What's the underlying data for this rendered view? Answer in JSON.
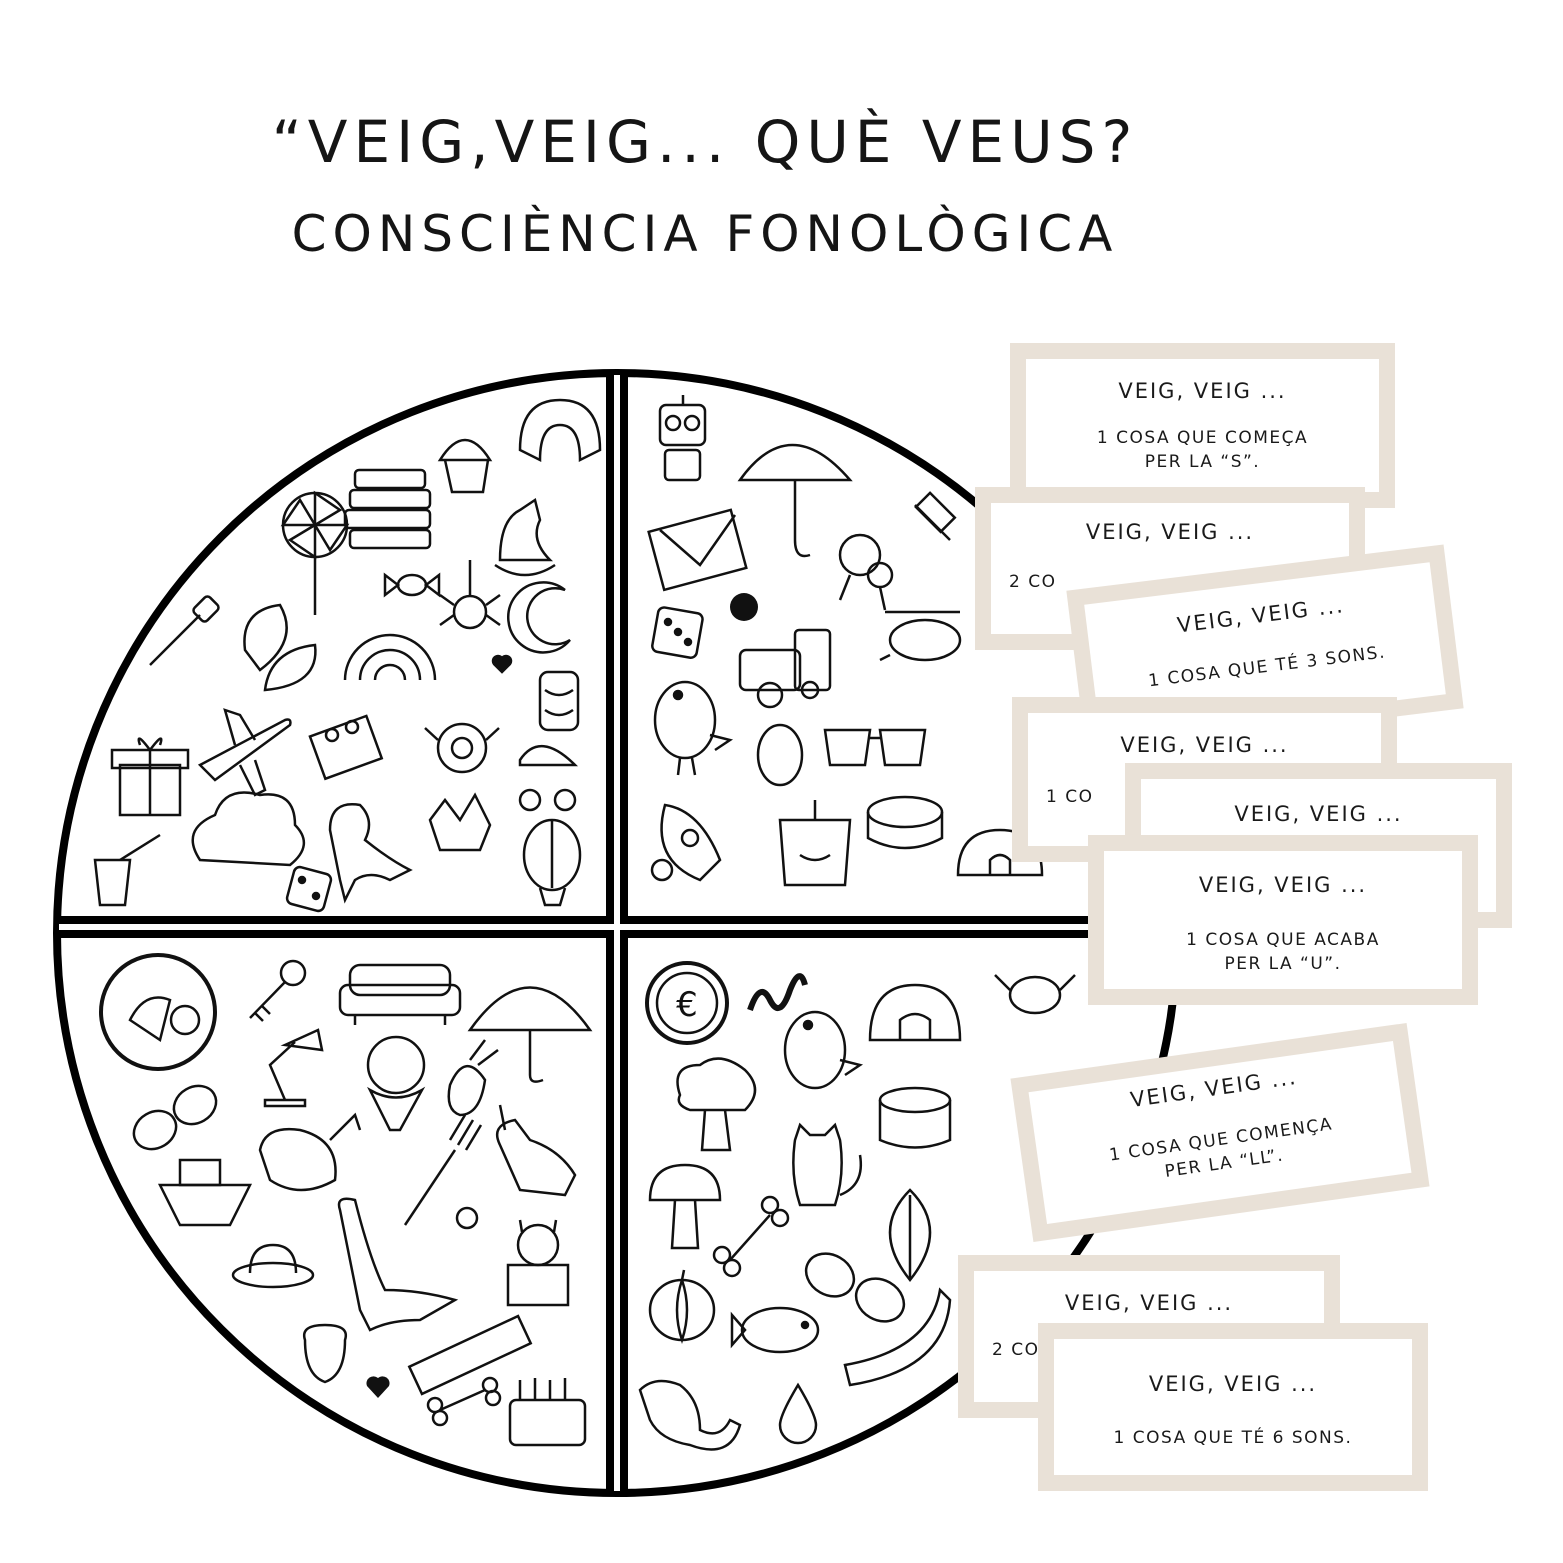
{
  "title": "“VEIG,VEIG... QUÈ VEUS?",
  "subtitle": "CONSCIÈNCIA FONOLÒGICA",
  "colors": {
    "card_border": "#e9e1d7",
    "ink": "#111111"
  },
  "board": {
    "quadrants": [
      {
        "icons": [
          "pinwheel-icon",
          "books-icon",
          "cupcake-icon",
          "magnet-icon",
          "unicorn-icon",
          "candy-icon",
          "spider-icon",
          "moon-icon",
          "toothbrush-icon",
          "leaves-icon",
          "rainbow-icon",
          "heart-icon",
          "basket-icon",
          "gift-icon",
          "airplane-icon",
          "lego-icon",
          "crab-icon",
          "stroller-icon",
          "cloud-icon",
          "dinosaur-icon",
          "crown-icon",
          "yogurt-icon",
          "dice-icon",
          "balloon-icon"
        ]
      },
      {
        "icons": [
          "robot-icon",
          "umbrella-icon",
          "envelope-icon",
          "keys-icon",
          "pencil-icon",
          "dice-icon",
          "dot-icon",
          "train-icon",
          "helicopter-icon",
          "bird-icon",
          "egg-icon",
          "sunglasses-icon",
          "rocket-icon",
          "cup-icon",
          "sharpener-icon",
          "igloo-icon"
        ]
      },
      {
        "icons": [
          "instruments-icon",
          "key-icon",
          "sofa-icon",
          "umbrella-icon",
          "lamp-icon",
          "ice-cream-icon",
          "beet-icon",
          "glasses-icon",
          "whale-icon",
          "fork-icon",
          "unicorn-icon",
          "boat-icon",
          "bee-icon",
          "dinosaur-icon",
          "cat-box-icon",
          "hat-icon",
          "acorn-icon",
          "ruler-icon",
          "heart-icon",
          "bone-icon",
          "cake-icon"
        ]
      },
      {
        "icons": [
          "euro-coin-icon",
          "squiggle-icon",
          "igloo-icon",
          "crab-icon",
          "bird-icon",
          "tree-icon",
          "thread-icon",
          "cat-icon",
          "mushroom-icon",
          "bone-icon",
          "leaf-icon",
          "glasses-icon",
          "pumpkin-icon",
          "fish-icon",
          "watermelon-icon",
          "iguana-icon",
          "drop-icon"
        ]
      }
    ]
  },
  "cards": [
    {
      "head": "VEIG, VEIG ...",
      "body": "1 COSA QUE COMEÇA PER LA “S”."
    },
    {
      "head": "VEIG, VEIG ...",
      "partial": "2 CO"
    },
    {
      "head": "VEIG, VEIG ...",
      "body": "1 COSA QUE TÉ 3 SONS."
    },
    {
      "head": "VEIG, VEIG ...",
      "partial": "1 CO"
    },
    {
      "head": "VEIG, VEIG ..."
    },
    {
      "head": "VEIG, VEIG ...",
      "body": "1 COSA QUE ACABA PER LA “U”."
    },
    {
      "head": "VEIG, VEIG ...",
      "body": "1 COSA QUE COMENÇA PER LA “LL”."
    },
    {
      "head": "VEIG, VEIG ...",
      "partial": "2 CO"
    },
    {
      "head": "VEIG, VEIG ...",
      "body": "1 COSA QUE TÉ 6 SONS."
    }
  ]
}
